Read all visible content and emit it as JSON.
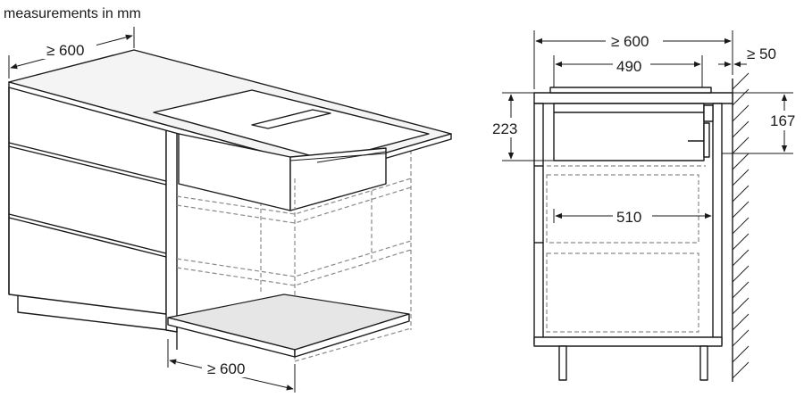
{
  "caption": "measurements in mm",
  "perspective_view": {
    "depth_label": "≥ 600",
    "width_label": "≥ 600"
  },
  "section_view": {
    "cabinet_depth_label": "≥ 600",
    "cutout_width_label": "490",
    "wall_gap_label": "≥ 50",
    "height_left_label": "223",
    "height_right_label": "167",
    "inner_depth_label": "510"
  },
  "colors": {
    "line": "#1a1a1a",
    "hidden_line": "#8a8a8a",
    "fill": "#ffffff"
  }
}
